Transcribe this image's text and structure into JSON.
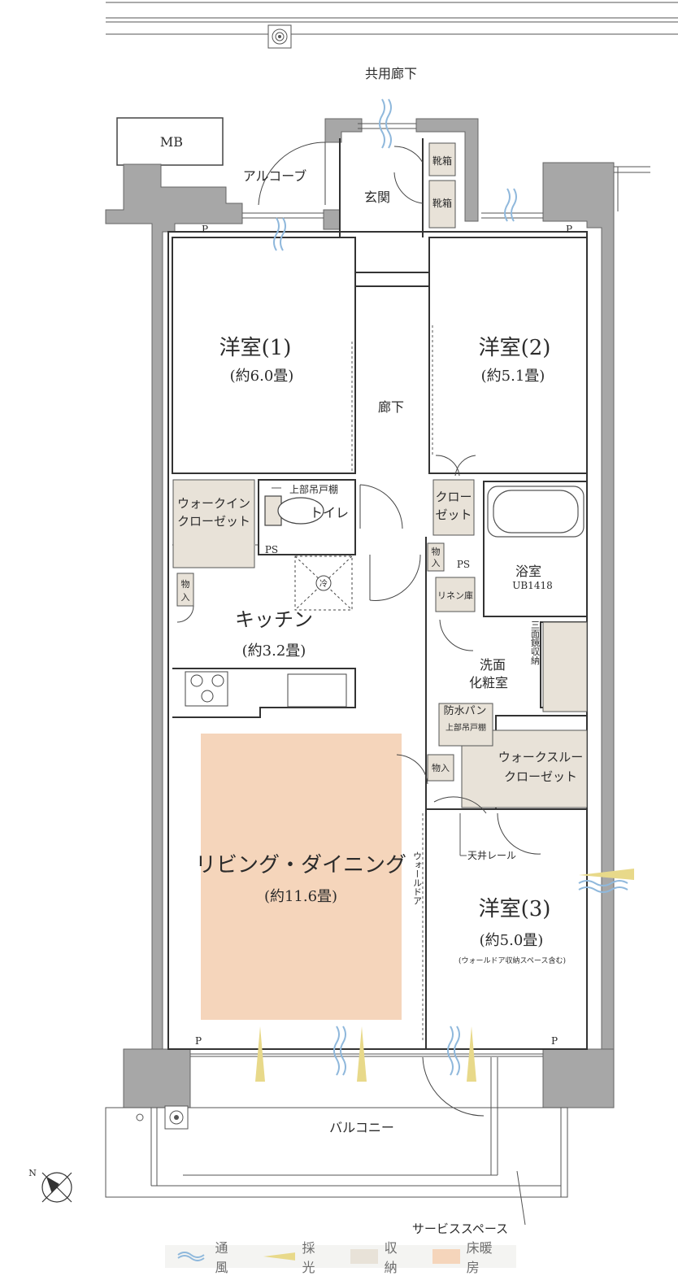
{
  "colors": {
    "wall": "#a7a7a7",
    "storage": "#e8e2d8",
    "floor_heating": "#f5d5bb",
    "wind": "#8fb8dc",
    "light": "#e8d98a"
  },
  "labels": {
    "common_corridor": "共用廊下",
    "mb": "MB",
    "alcove": "アルコーブ",
    "entrance": "玄関",
    "shoe_box_1": "靴箱",
    "shoe_box_2": "靴箱",
    "p_1": "P",
    "p_2": "P",
    "p_3": "P",
    "p_4": "P",
    "room1_name": "洋室(1)",
    "room1_size": "(約6.0畳)",
    "room2_name": "洋室(2)",
    "room2_size": "(約5.1畳)",
    "hallway": "廊下",
    "walkin_closet_1": "ウォークイン",
    "walkin_closet_2": "クローゼット",
    "upper_cabinet": "上部吊戸棚",
    "toilet": "トイレ",
    "ps_1": "PS",
    "ps_2": "PS",
    "closet_1": "クロー",
    "closet_2": "ゼット",
    "storage_small_1a": "物",
    "storage_small_1b": "入",
    "storage_small_2a": "物",
    "storage_small_2b": "入",
    "storage_small_3": "物入",
    "linen": "リネン庫",
    "bath": "浴室",
    "bath_unit": "UB1418",
    "kitchen": "キッチン",
    "kitchen_size": "(約3.2畳)",
    "refrigerator": "冷",
    "washroom_1": "洗面",
    "washroom_2": "化粧室",
    "mirror_storage": "三面鏡収納",
    "waterproof_pan": "防水パン",
    "upper_cabinet_2": "上部吊戸棚",
    "walkthrough_1": "ウォークスルー",
    "walkthrough_2": "クローゼット",
    "living_name": "リビング・ダイニング",
    "living_size": "(約11.6畳)",
    "ceiling_rail": "天井レール",
    "wall_door": "ウォールドア",
    "room3_name": "洋室(3)",
    "room3_size": "(約5.0畳)",
    "room3_note": "(ウォールドア収納スペース含む)",
    "balcony": "バルコニー",
    "service_space": "サービススペース",
    "compass_n": "N"
  },
  "legend": [
    {
      "label": "通風",
      "icon": "wind-icon"
    },
    {
      "label": "採光",
      "icon": "light-icon"
    },
    {
      "label": "収納",
      "icon": "storage-swatch"
    },
    {
      "label": "床暖房",
      "icon": "floor-heating-swatch"
    }
  ]
}
